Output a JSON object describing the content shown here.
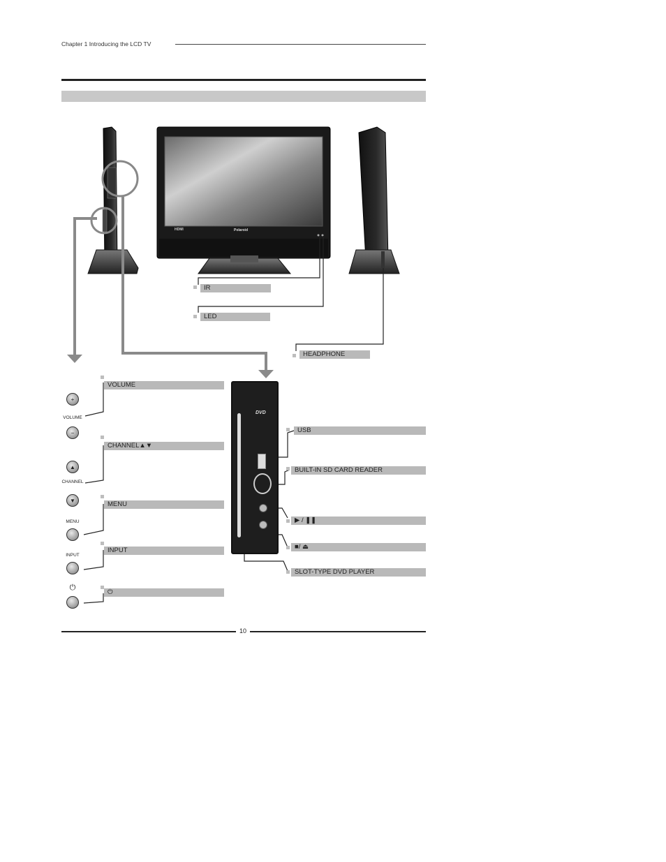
{
  "header": {
    "chapter": "Chapter 1  Introducing the LCD TV"
  },
  "callouts": {
    "ir": "IR",
    "led": "LED",
    "headphone": "HEADPHONE",
    "volume": "VOLUME",
    "channel": "CHANNEL▲▼",
    "menu": "MENU",
    "input": "INPUT",
    "power": "⏻",
    "usb": "USB",
    "sd_card": "BUILT-IN SD CARD READER",
    "play_pause": "▶ / ❚❚",
    "stop_eject": "■/ ⏏",
    "dvd": "SLOT-TYPE DVD PLAYER"
  },
  "buttons": {
    "volume_label": "VOLUME",
    "channel_label": "CHANNEL",
    "menu_label": "MENU",
    "input_label": "INPUT",
    "power_symbol": "⏻",
    "plus": "+",
    "minus": "−",
    "up": "▲",
    "down": "▼"
  },
  "tv": {
    "brand": "Polaroid",
    "hdmi": "HDMI",
    "dvd_logo": "DVD"
  },
  "footer": {
    "page_number": "10"
  }
}
